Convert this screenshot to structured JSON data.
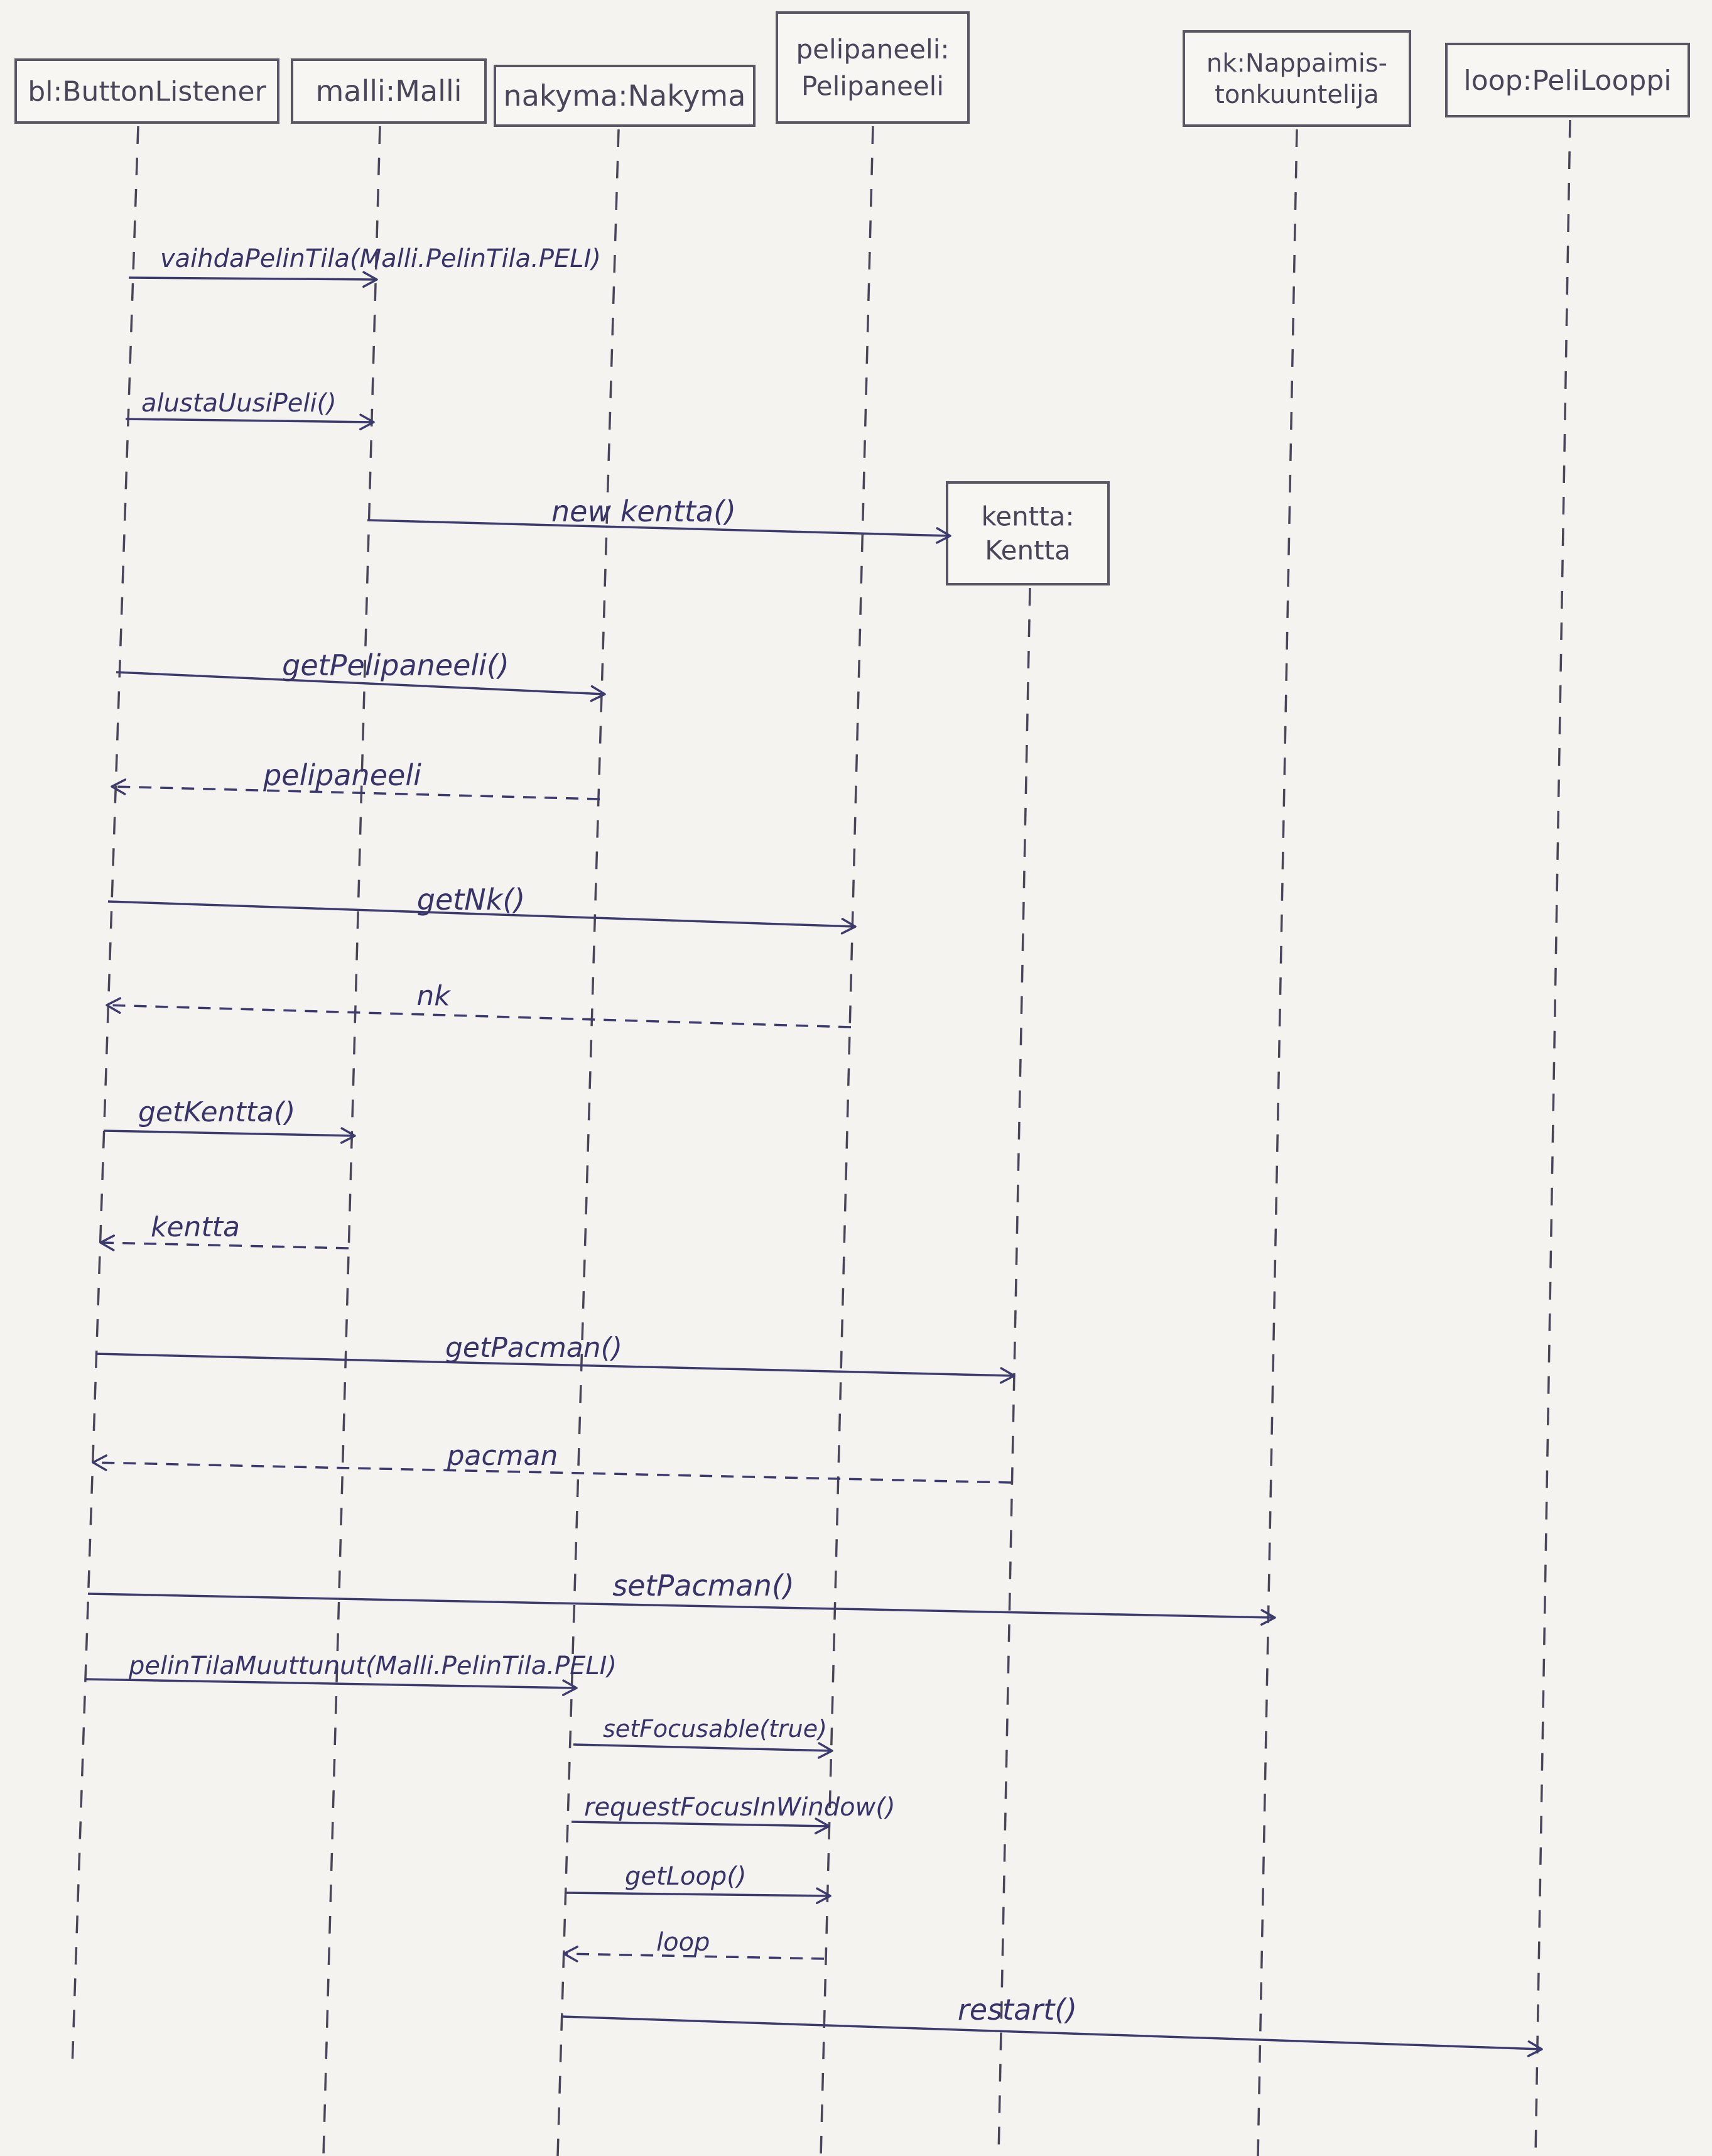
{
  "participants": [
    {
      "id": "bl",
      "label_lines": [
        "bl:ButtonListener"
      ]
    },
    {
      "id": "malli",
      "label_lines": [
        "malli:Malli"
      ]
    },
    {
      "id": "nakyma",
      "label_lines": [
        "nakyma:Nakyma"
      ]
    },
    {
      "id": "pelipaneeli",
      "label_lines": [
        "pelipaneeli:",
        "Pelipaneeli"
      ]
    },
    {
      "id": "kentta",
      "label_lines": [
        "kentta:",
        "Kentta"
      ]
    },
    {
      "id": "nk",
      "label_lines": [
        "nk:Nappaimis-",
        "tonkuuntelija"
      ]
    },
    {
      "id": "loop",
      "label_lines": [
        "loop:PeliLooppi"
      ]
    }
  ],
  "messages": [
    {
      "from": "bl",
      "to": "malli",
      "label": "vaihdaPelinTila(Malli.PelinTila.PELI)",
      "kind": "call"
    },
    {
      "from": "bl",
      "to": "malli",
      "label": "alustaUusiPeli()",
      "kind": "call"
    },
    {
      "from": "malli",
      "to": "kentta",
      "label": "new kentta()",
      "kind": "create"
    },
    {
      "from": "bl",
      "to": "nakyma",
      "label": "getPelipaneeli()",
      "kind": "call"
    },
    {
      "from": "nakyma",
      "to": "bl",
      "label": "pelipaneeli",
      "kind": "return"
    },
    {
      "from": "bl",
      "to": "pelipaneeli",
      "label": "getNk()",
      "kind": "call"
    },
    {
      "from": "pelipaneeli",
      "to": "bl",
      "label": "nk",
      "kind": "return"
    },
    {
      "from": "bl",
      "to": "malli",
      "label": "getKentta()",
      "kind": "call"
    },
    {
      "from": "malli",
      "to": "bl",
      "label": "kentta",
      "kind": "return"
    },
    {
      "from": "bl",
      "to": "kentta",
      "label": "getPacman()",
      "kind": "call"
    },
    {
      "from": "kentta",
      "to": "bl",
      "label": "pacman",
      "kind": "return"
    },
    {
      "from": "bl",
      "to": "nk",
      "label": "setPacman()",
      "kind": "call"
    },
    {
      "from": "bl",
      "to": "nakyma",
      "label": "pelinTilaMuuttunut(Malli.PelinTila.PELI)",
      "kind": "call"
    },
    {
      "from": "nakyma",
      "to": "pelipaneeli",
      "label": "setFocusable(true)",
      "kind": "call"
    },
    {
      "from": "nakyma",
      "to": "pelipaneeli",
      "label": "requestFocusInWindow()",
      "kind": "call"
    },
    {
      "from": "nakyma",
      "to": "pelipaneeli",
      "label": "getLoop()",
      "kind": "call"
    },
    {
      "from": "pelipaneeli",
      "to": "nakyma",
      "label": "loop",
      "kind": "return"
    },
    {
      "from": "nakyma",
      "to": "loop",
      "label": "restart()",
      "kind": "call"
    }
  ]
}
